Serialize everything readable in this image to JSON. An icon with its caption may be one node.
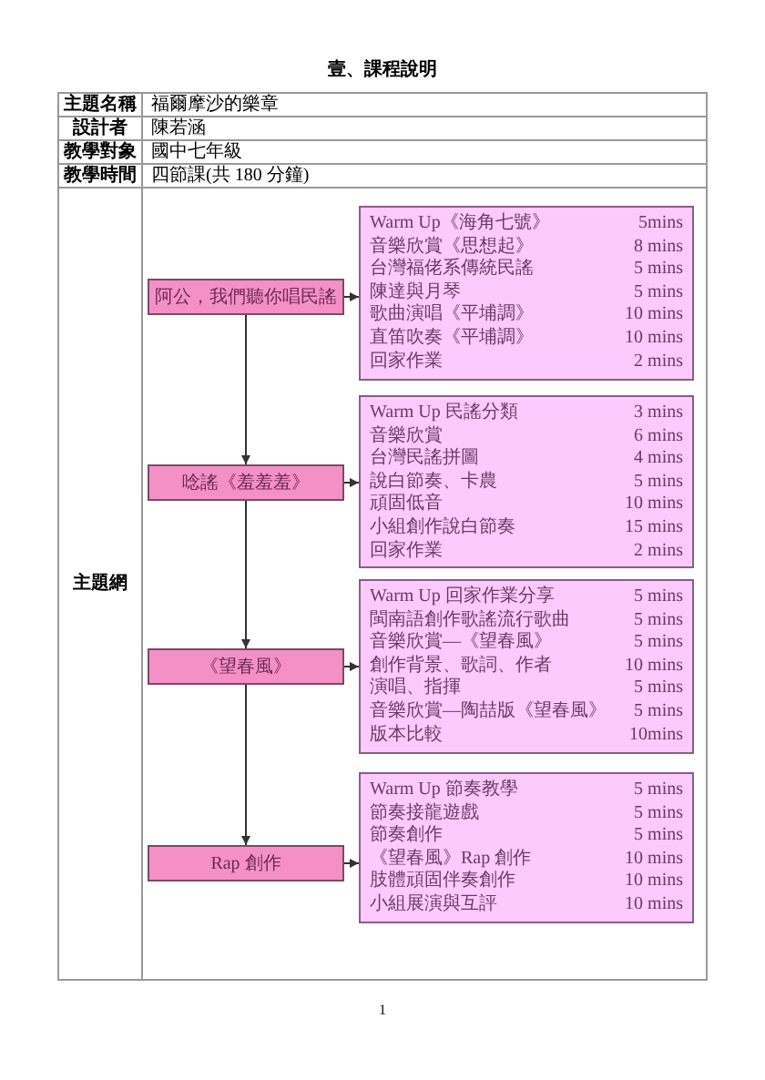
{
  "diagram": {
    "title": "壹、課程說明",
    "nodes": [
      {
        "text": [
          "阿公，我們聽你唱民謠"
        ]
      },
      {
        "text": [
          "Warm Up《海角七號》",
          "5mins",
          "音樂欣賞《思想起》",
          "8 mins",
          "台灣福佬系傳統民謠",
          "5 mins",
          "陳達與月琴",
          "5 mins",
          "歌曲演唱《平埔調》",
          "10 mins",
          "直笛吹奏《平埔調》",
          "10 mins",
          "回家作業",
          "2 mins"
        ]
      },
      {
        "text": [
          "唸謠《羞羞羞》"
        ]
      },
      {
        "text": [
          "Warm Up 民謠分類",
          "3 mins",
          "音樂欣賞",
          "6 mins",
          "台灣民謠拼圖",
          "4 mins",
          "說白節奏、卡農",
          "5 mins",
          "頑固低音",
          "10 mins",
          "小組創作說白節奏",
          "15 mins",
          "回家作業",
          "2 mins"
        ]
      },
      {
        "text": [
          "《望春風》"
        ]
      },
      {
        "text": [
          "Warm Up 回家作業分享",
          "5 mins",
          "閩南語創作歌謠流行歌曲",
          "5 mins",
          "音樂欣賞—《望春風》",
          "5 mins",
          "創作背景、歌詞、作者",
          "10 mins",
          "演唱、指揮",
          "5 mins",
          "音樂欣賞—陶喆版《望春風》",
          "5 mins",
          "版本比較",
          "10mins"
        ]
      },
      {
        "text": [
          "Rap 創作"
        ]
      },
      {
        "text": [
          "Warm Up 節奏教學",
          "5 mins",
          "節奏接龍遊戲",
          "5 mins",
          "節奏創作",
          "5 mins",
          "《望春風》Rap 創作",
          "10 mins",
          "肢體頑固伴奏創作",
          "10 mins",
          "小組展演與互評",
          "10 mins"
        ]
      }
    ],
    "edges": [
      {
        "from": 0,
        "to": 1,
        "arrow": "to"
      },
      {
        "from": 0,
        "to": 2,
        "arrow": "to"
      },
      {
        "from": 2,
        "to": 3,
        "arrow": "to"
      },
      {
        "from": 2,
        "to": 4,
        "arrow": "to"
      },
      {
        "from": 4,
        "to": 5,
        "arrow": "to"
      },
      {
        "from": 4,
        "to": 6,
        "arrow": "to"
      },
      {
        "from": 6,
        "to": 7,
        "arrow": "to"
      }
    ],
    "labels": [
      "主題名稱",
      "福爾摩沙的樂章",
      "設計者",
      "陳若涵",
      "教學對象",
      "國中七年級",
      "教學時間",
      "四節課(共 180 分鐘)",
      "主題網",
      "1"
    ]
  }
}
